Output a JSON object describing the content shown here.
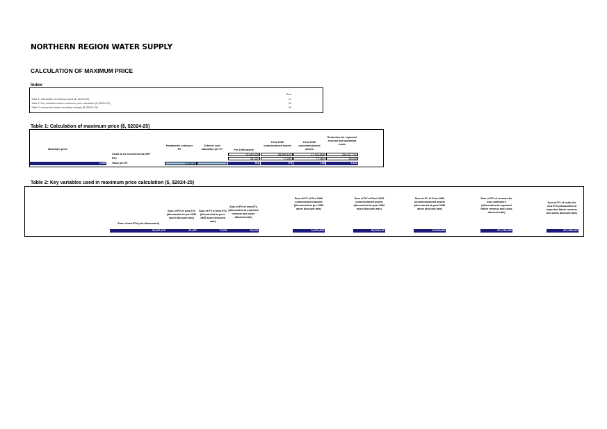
{
  "title": "NORTHERN REGION WATER SUPPLY",
  "subtitle": "CALCULATION OF MAXIMUM PRICE",
  "index": {
    "heading": "Index",
    "page_header": "Row",
    "items": [
      {
        "label": "Table 1: Calculation of maximum price ($, $2024-25)",
        "page": "21"
      },
      {
        "label": "Table 2: Key variables used in maximum price calculation ($, $2024-25)",
        "page": "26"
      },
      {
        "label": "Table 3: Annual calculation sensitivity analysis ($, $2024-25)",
        "page": "35"
      }
    ]
  },
  "table1": {
    "title": "Table 1:  Calculation of maximum price ($, $2024-25)",
    "col_maxprice": "Maximum price",
    "col_headworks": "Headworks costs per ET",
    "col_scheme": "Scheme cost allocation per ET",
    "col_pre1996": "Pre-1996 assets",
    "col_post_comm": "Post-1996 commissioned assets",
    "col_post_uncomm": "Post-1996 uncommissioned assets",
    "col_reduction": "Reduction for expected revenue and operation costs",
    "row_costs": "Costs to be recovered via DSP",
    "row_ets": "ETs",
    "row_value": "Value per ET",
    "costs_values": [
      "74,649,325",
      "59,969,100",
      "17,128,894",
      "204,417,741"
    ],
    "ets_values": [
      "81,357",
      "77,281",
      "77,281",
      "38,542"
    ],
    "value_values": [
      "918",
      "775",
      "168",
      "5,163"
    ],
    "max_price": "2,539",
    "headworks_value": "5,630.00",
    "scheme_value": ""
  },
  "table2": {
    "title": "Table 2:  Key variables used in maximum price calculation ($, $2024-25)",
    "headers": [
      "Sum of new ETs (not discounted)",
      "Sum of PV of new ETs (discounted at pre-1996 asset discount rate)",
      "Sum of PV of new ETs (discounted at post-1996 asset discount rate)",
      "Sum of PV of new ETs (discounted at expected revenue and costs discount rate)",
      "Sum of PV of Pre-1996 commissioned assets (discounted at pre-1996 asset discount rate)",
      "Sum of PV of Post-1996 commissioned assets (discounted at post-1996 asset discount rate)",
      "Sum of PV of Post-1996 uncommissioned assets (discounted at post-1996 asset discount rate)",
      "Sum of PV of revenue for new customers (discounted at expected future revenue and costs discount rate)",
      "Sum of PV of costs for new ETs (discounted at expected future revenue and costs discount rate)"
    ],
    "values": [
      "81,357,470",
      "81,357",
      "77,281",
      "38,542",
      "74,649,325",
      "59,969,100",
      "13,028,894",
      "371,752,909",
      "167,335,167"
    ]
  }
}
